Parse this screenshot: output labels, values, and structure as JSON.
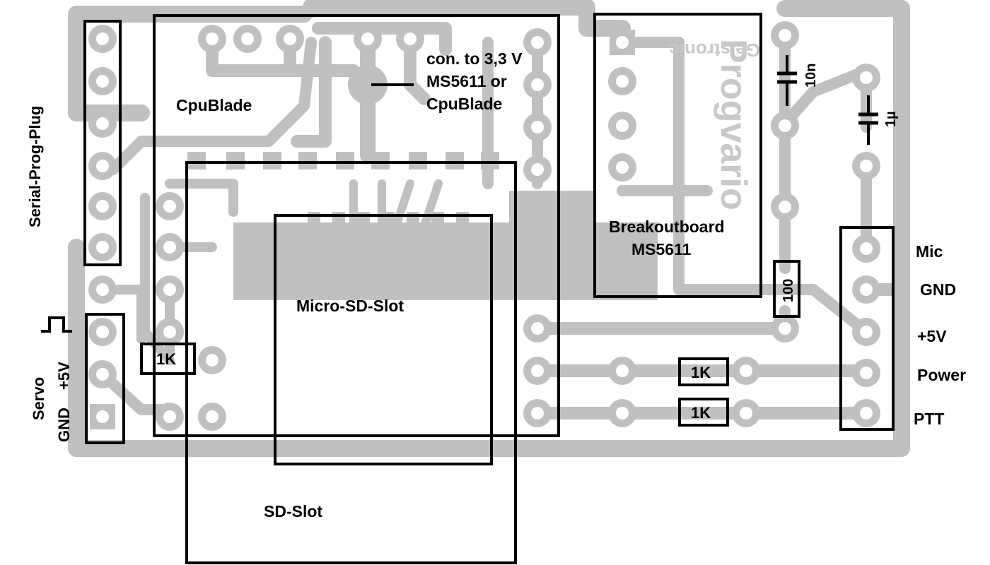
{
  "labels": {
    "serial_prog_plug": "Serial-Prog-Plug",
    "cpublade": "CpuBlade",
    "note_line1": "con. to 3,3 V",
    "note_line2": "MS5611 or",
    "note_line3": "CpuBlade",
    "breakout_line1": "Breakoutboard",
    "breakout_line2": "MS5611",
    "micro_sd": "Micro-SD-Slot",
    "sd_slot": "SD-Slot",
    "servo": "Servo",
    "servo_plus5v": "+5V",
    "servo_gnd": "GND",
    "r_servo": "1K",
    "r_power": "1K",
    "r_ptt": "1K",
    "r_100": "100",
    "cap_10n": "10n",
    "cap_1u": "1µ",
    "mic": "Mic",
    "gnd": "GND",
    "plus5v": "+5V",
    "power": "Power",
    "ptt": "PTT",
    "ghost_brand": "Geistronic",
    "ghost_logo": "Progvario"
  },
  "colors": {
    "copper": "#c0c0c0",
    "ink": "#000000",
    "background": "#ffffff"
  }
}
